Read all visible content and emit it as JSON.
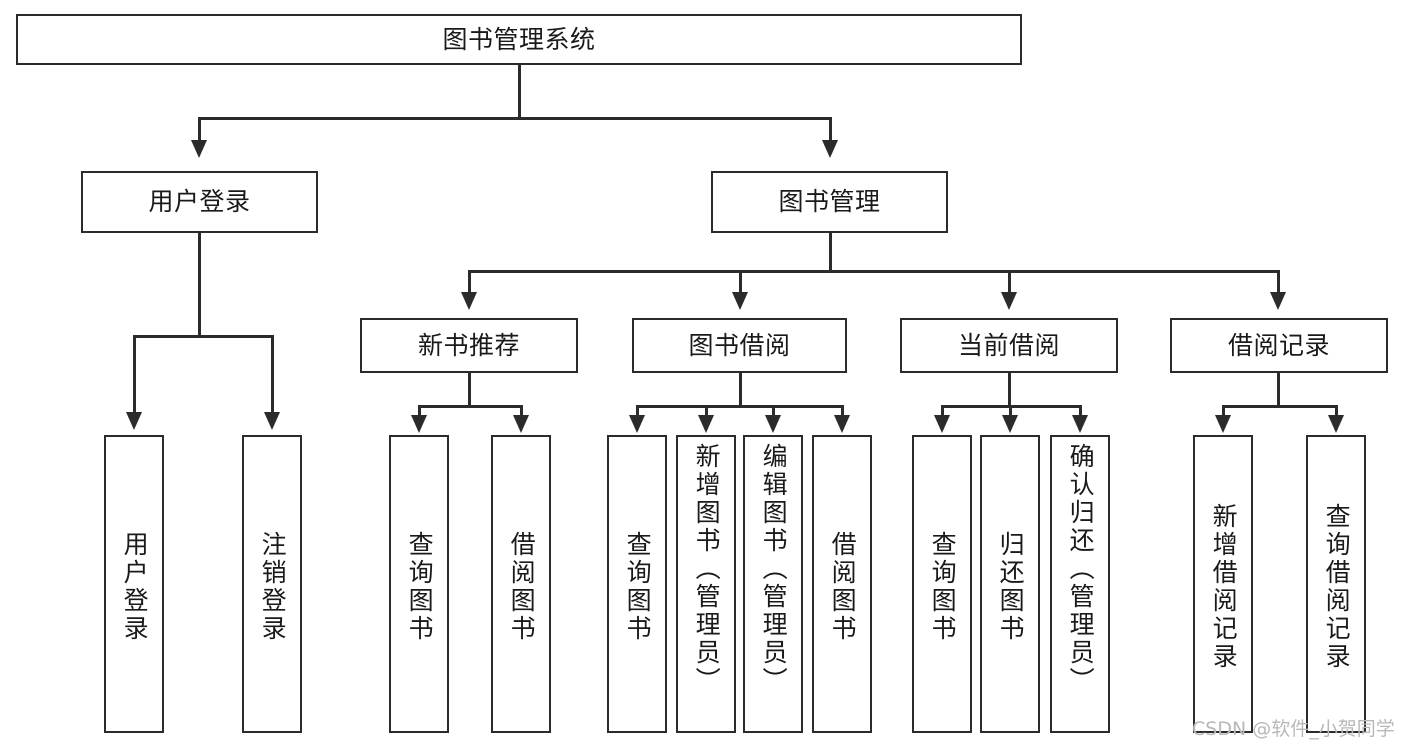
{
  "diagram": {
    "type": "hierarchy-tree",
    "title": "图书管理系统",
    "root": {
      "label": "图书管理系统"
    },
    "level2": [
      {
        "label": "用户登录"
      },
      {
        "label": "图书管理"
      }
    ],
    "level3": [
      {
        "label": "新书推荐"
      },
      {
        "label": "图书借阅"
      },
      {
        "label": "当前借阅"
      },
      {
        "label": "借阅记录"
      }
    ],
    "leaves": {
      "user_login": [
        {
          "label": "用户登录"
        },
        {
          "label": "注销登录"
        }
      ],
      "new_book_recommend": [
        {
          "label": "查询图书"
        },
        {
          "label": "借阅图书"
        }
      ],
      "book_borrow": [
        {
          "label": "查询图书"
        },
        {
          "label": "新增图书（管理员）"
        },
        {
          "label": "编辑图书（管理员）"
        },
        {
          "label": "借阅图书"
        }
      ],
      "current_borrow": [
        {
          "label": "查询图书"
        },
        {
          "label": "归还图书"
        },
        {
          "label": "确认归还（管理员）"
        }
      ],
      "borrow_record": [
        {
          "label": "新增借阅记录"
        },
        {
          "label": "查询借阅记录"
        }
      ]
    }
  },
  "watermark": {
    "text": "CSDN @软件_小贺同学"
  },
  "colors": {
    "background": "#ffffff",
    "box_border": "#2b2b2b",
    "box_fill": "#ffffff",
    "text": "#1a1a1a",
    "connector": "#2b2b2b",
    "watermark": "#b8b8b8"
  }
}
